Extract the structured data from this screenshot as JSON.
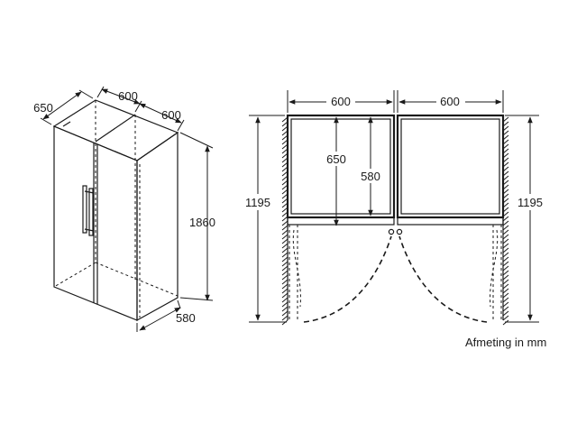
{
  "perspective": {
    "depth_label": "650",
    "width_label": "600",
    "width2_label": "600",
    "height_label": "1860",
    "base_depth_label": "580"
  },
  "plan": {
    "width_left_label": "600",
    "width_right_label": "600",
    "door_depth_label": "650",
    "inner_depth_label": "580",
    "swing_left_label": "1195",
    "swing_right_label": "1195"
  },
  "unit_note": "Afmeting in mm"
}
